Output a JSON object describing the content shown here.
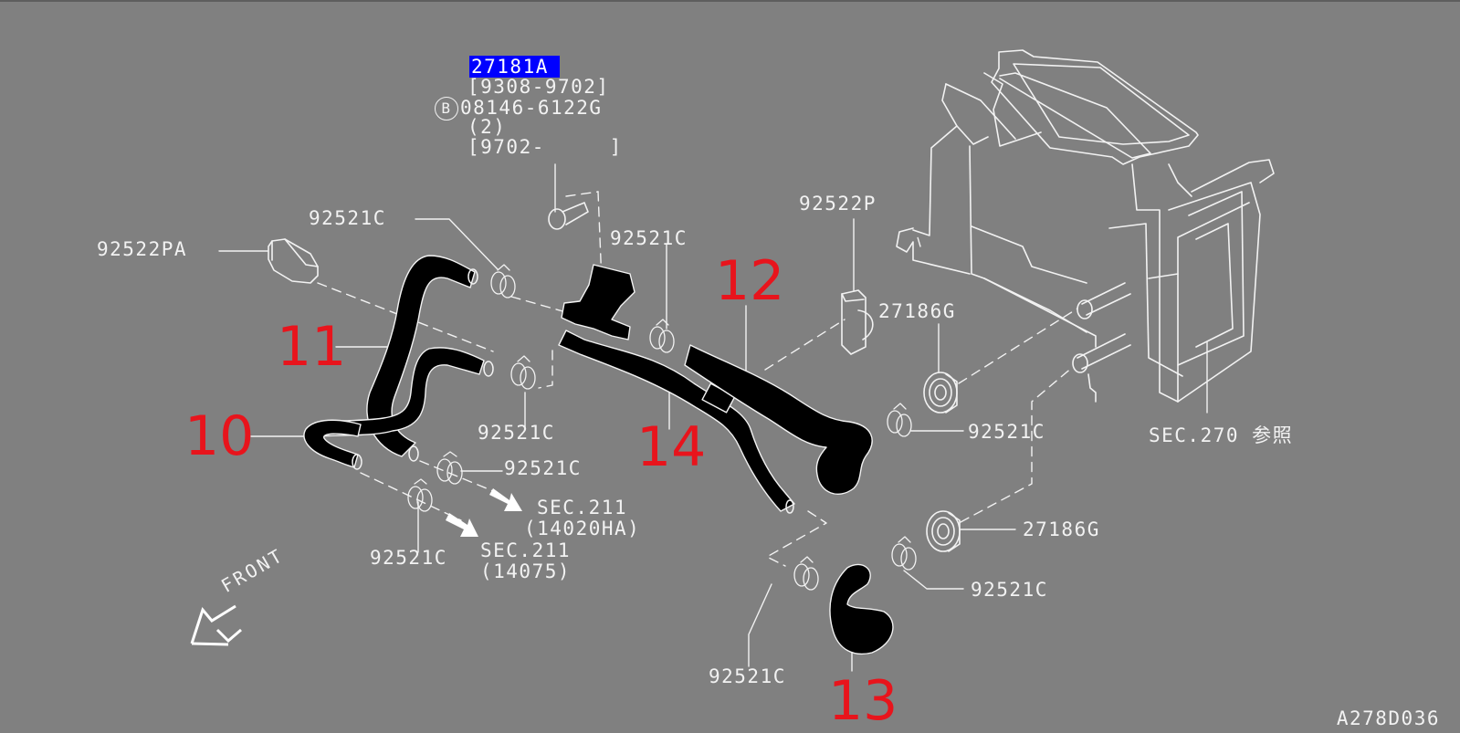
{
  "diagram": {
    "drawing_code": "A278D036",
    "front_indicator": "FRONT",
    "background_color": "#808080",
    "callout_color": "#e8141c",
    "highlight_color": "#0000ff"
  },
  "header_part": {
    "part_no": "27181A",
    "range1": "[9308-9702]",
    "bolt_badge": "B",
    "bolt_part_no": "08146-6122G",
    "bolt_qty": "(2)",
    "range2": "[9702-     ]"
  },
  "callouts": [
    {
      "id": "10",
      "label": "10"
    },
    {
      "id": "11",
      "label": "11"
    },
    {
      "id": "12",
      "label": "12"
    },
    {
      "id": "13",
      "label": "13"
    },
    {
      "id": "14",
      "label": "14"
    }
  ],
  "part_labels": {
    "p92522PA": "92522PA",
    "p92521C_a": "92521C",
    "p92521C_b": "92521C",
    "p92522P": "92522P",
    "p27186G_a": "27186G",
    "p92521C_c": "92521C",
    "p92521C_d": "92521C",
    "p92521C_e": "92521C",
    "sec270": "SEC.270 参照",
    "p27186G_b": "27186G",
    "p92521C_f": "92521C",
    "p92521C_g": "92521C",
    "p92521C_h": "92521C"
  },
  "sec_refs": {
    "sec211_a": "SEC.211",
    "sec211_a_part": "(14020HA)",
    "sec211_b": "SEC.211",
    "sec211_b_part": "(14075)"
  }
}
